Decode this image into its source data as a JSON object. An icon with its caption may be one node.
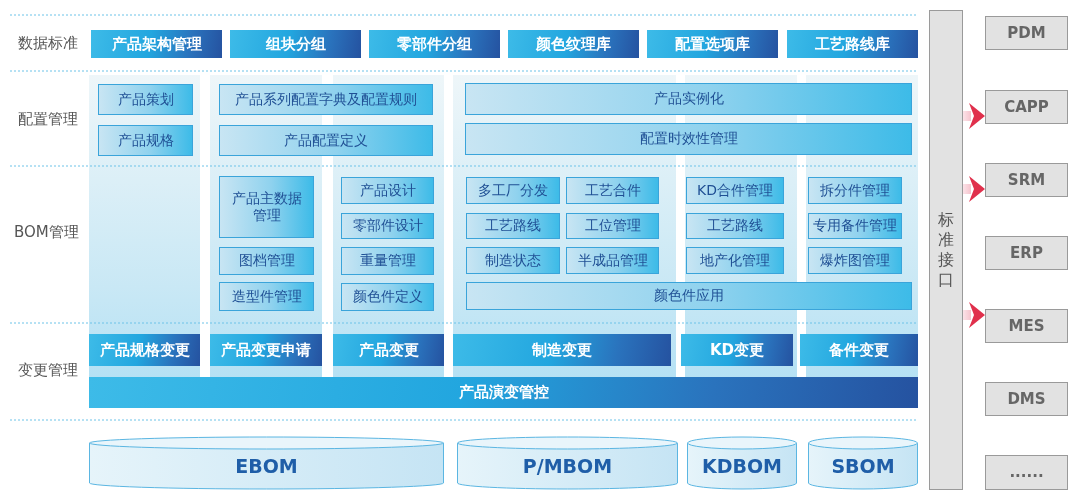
{
  "diagram": {
    "nodes": [
      {
        "text": [
          "产品架构管理"
        ]
      },
      {
        "text": [
          "组块分组"
        ]
      },
      {
        "text": [
          "零部件分组"
        ]
      },
      {
        "text": [
          "颜色纹理库"
        ]
      },
      {
        "text": [
          "配置选项库"
        ]
      },
      {
        "text": [
          "工艺路线库"
        ]
      },
      {
        "text": [
          "产品策划"
        ]
      },
      {
        "text": [
          "产品规格"
        ]
      },
      {
        "text": [
          "产品系列配置字典及配置规则"
        ]
      },
      {
        "text": [
          "产品配置定义"
        ]
      },
      {
        "text": [
          "产品实例化"
        ]
      },
      {
        "text": [
          "配置时效性管理"
        ]
      },
      {
        "text": [
          "产品主数据管理"
        ]
      },
      {
        "text": [
          "图档管理"
        ]
      },
      {
        "text": [
          "造型件管理"
        ]
      },
      {
        "text": [
          "产品设计"
        ]
      },
      {
        "text": [
          "零部件设计"
        ]
      },
      {
        "text": [
          "重量管理"
        ]
      },
      {
        "text": [
          "颜色件定义"
        ]
      },
      {
        "text": [
          "多工厂分发"
        ]
      },
      {
        "text": [
          "工艺合件"
        ]
      },
      {
        "text": [
          "工艺路线"
        ]
      },
      {
        "text": [
          "工位管理"
        ]
      },
      {
        "text": [
          "制造状态"
        ]
      },
      {
        "text": [
          "半成品管理"
        ]
      },
      {
        "text": [
          "KD合件管理"
        ]
      },
      {
        "text": [
          "工艺路线"
        ]
      },
      {
        "text": [
          "地产化管理"
        ]
      },
      {
        "text": [
          "拆分件管理"
        ]
      },
      {
        "text": [
          "专用备件管理"
        ]
      },
      {
        "text": [
          "爆炸图管理"
        ]
      },
      {
        "text": [
          "颜色件应用"
        ]
      },
      {
        "text": [
          "产品规格变更"
        ]
      },
      {
        "text": [
          "产品变更申请"
        ]
      },
      {
        "text": [
          "产品变更"
        ]
      },
      {
        "text": [
          "制造变更"
        ]
      },
      {
        "text": [
          "KD变更"
        ]
      },
      {
        "text": [
          "备件变更"
        ]
      },
      {
        "text": [
          "产品演变管控"
        ]
      },
      {
        "text": [
          "EBOM"
        ]
      },
      {
        "text": [
          "P/MBOM"
        ]
      },
      {
        "text": [
          "KDBOM"
        ]
      },
      {
        "text": [
          "SBOM"
        ]
      },
      {
        "text": [
          "标准接口"
        ]
      },
      {
        "text": [
          "PDM"
        ]
      },
      {
        "text": [
          "CAPP"
        ]
      },
      {
        "text": [
          "SRM"
        ]
      },
      {
        "text": [
          "ERP"
        ]
      },
      {
        "text": [
          "MES"
        ]
      },
      {
        "text": [
          "DMS"
        ]
      },
      {
        "text": [
          "......"
        ]
      }
    ],
    "edges": [
      {
        "from": 43,
        "to": 45,
        "arrow": "to"
      },
      {
        "from": 43,
        "to": 46,
        "arrow": "to"
      },
      {
        "from": 43,
        "to": 48,
        "arrow": "to"
      }
    ],
    "labels": [
      "数据标准",
      "配置管理",
      "BOM管理",
      "变更管理"
    ]
  }
}
